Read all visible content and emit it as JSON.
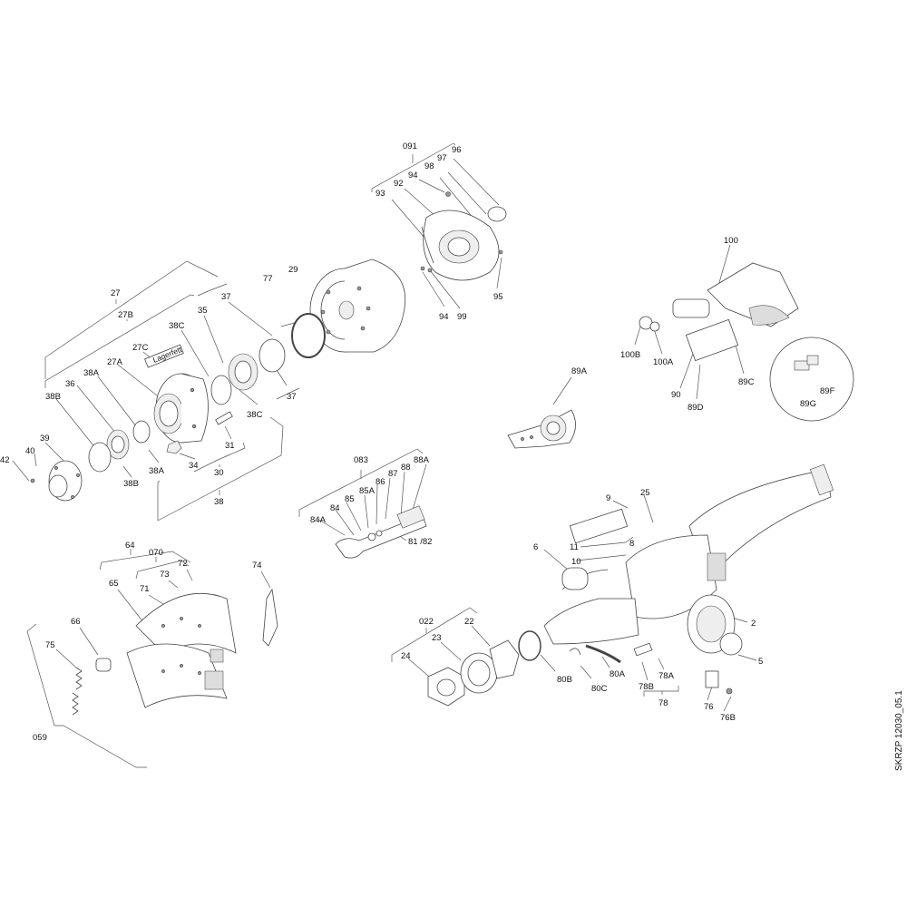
{
  "diagram": {
    "drawing_code": "SKRZP 12030_05.1",
    "part_note": "Lagerfett",
    "labels": [
      "091",
      "96",
      "97",
      "98",
      "94",
      "92",
      "93",
      "95",
      "94",
      "99",
      "100",
      "77",
      "29",
      "27",
      "27B",
      "37",
      "38C",
      "35",
      "27C",
      "27A",
      "38A",
      "36",
      "38B",
      "38C",
      "37",
      "31",
      "39",
      "40",
      "42",
      "34",
      "38A",
      "30",
      "38B",
      "38",
      "89A",
      "100B",
      "100A",
      "90",
      "89D",
      "89C",
      "89F",
      "89G",
      "083",
      "88A",
      "88",
      "87",
      "86",
      "85A",
      "85",
      "84",
      "84A",
      "81 /82",
      "9",
      "25",
      "11",
      "8",
      "10",
      "6",
      "2",
      "5",
      "64",
      "070",
      "73",
      "72",
      "74",
      "65",
      "71",
      "66",
      "75",
      "059",
      "022",
      "22",
      "23",
      "24",
      "80B",
      "80C",
      "80A",
      "78B",
      "78A",
      "78",
      "76",
      "76B"
    ]
  }
}
